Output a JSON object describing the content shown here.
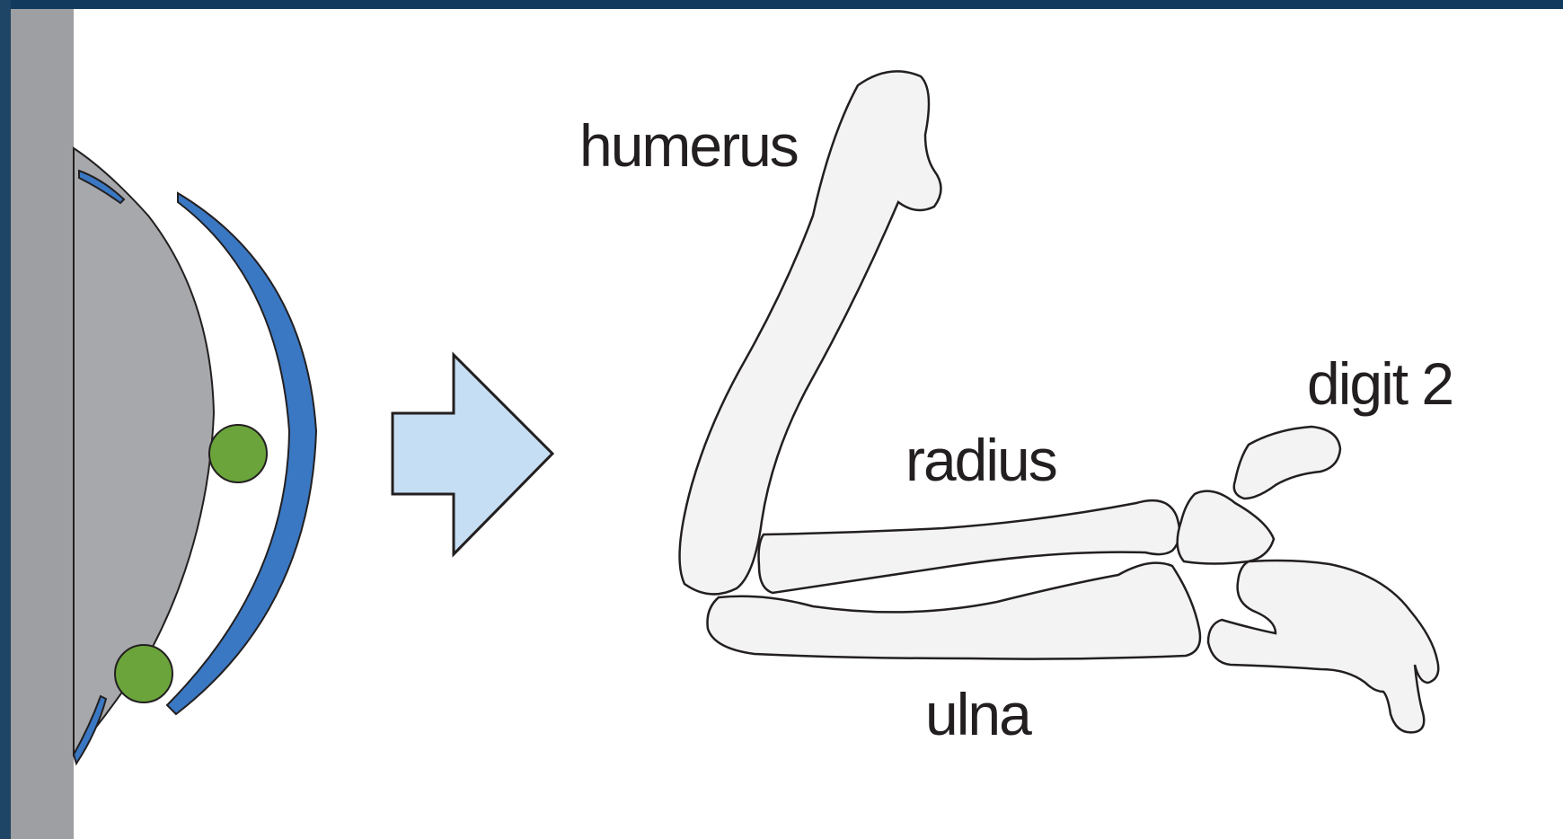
{
  "labels": {
    "humerus": "humerus",
    "radius": "radius",
    "ulna": "ulna",
    "digit2": "digit 2"
  },
  "colors": {
    "border": "#123a5c",
    "embryo_body": "#a7a8ab",
    "wall": "#9e9fa2",
    "limb_bud_blue": "#3a78c3",
    "somite_green": "#6aa43b",
    "arrow_fill": "#c6def3",
    "bone_fill": "#f3f3f3",
    "outline": "#231f20"
  }
}
